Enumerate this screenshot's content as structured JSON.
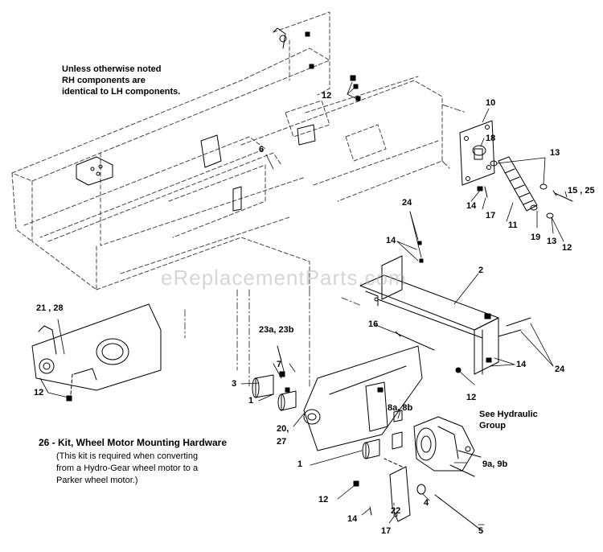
{
  "notes": {
    "rh_note": [
      "Unless otherwise noted",
      "RH components are",
      "identical to LH components."
    ]
  },
  "kit": {
    "title": "26 - Kit, Wheel Motor Mounting Hardware",
    "lines": [
      "(This kit is required when converting",
      "from a Hydro-Gear wheel motor to a",
      "Parker wheel motor.)"
    ]
  },
  "hydraulic_note": [
    "See Hydraulic",
    "Group"
  ],
  "watermark": "eReplacementParts.com",
  "callouts": {
    "c10": "10",
    "c12a": "12",
    "c6": "6",
    "c18": "18",
    "c13a": "13",
    "c14a": "14",
    "c17a": "17",
    "c11": "11",
    "c19": "19",
    "c13b": "13",
    "c12b": "12",
    "c1525": "15 , 25",
    "c24a": "24",
    "c14b": "14",
    "c2": "2",
    "c2128": "21 , 28",
    "c16": "16",
    "c12c": "12",
    "c14c": "14",
    "c24b": "24",
    "c12d": "12",
    "c23": "23a, 23b",
    "c7": "7",
    "c3": "3",
    "c1a": "1",
    "c2027a": "20,",
    "c2027b": "27",
    "c8": "8a, 8b",
    "c1b": "1",
    "c9": "9a, 9b",
    "c12e": "12",
    "c4": "4",
    "c14d": "14",
    "c22": "22",
    "c17b": "17",
    "c5": "5"
  }
}
